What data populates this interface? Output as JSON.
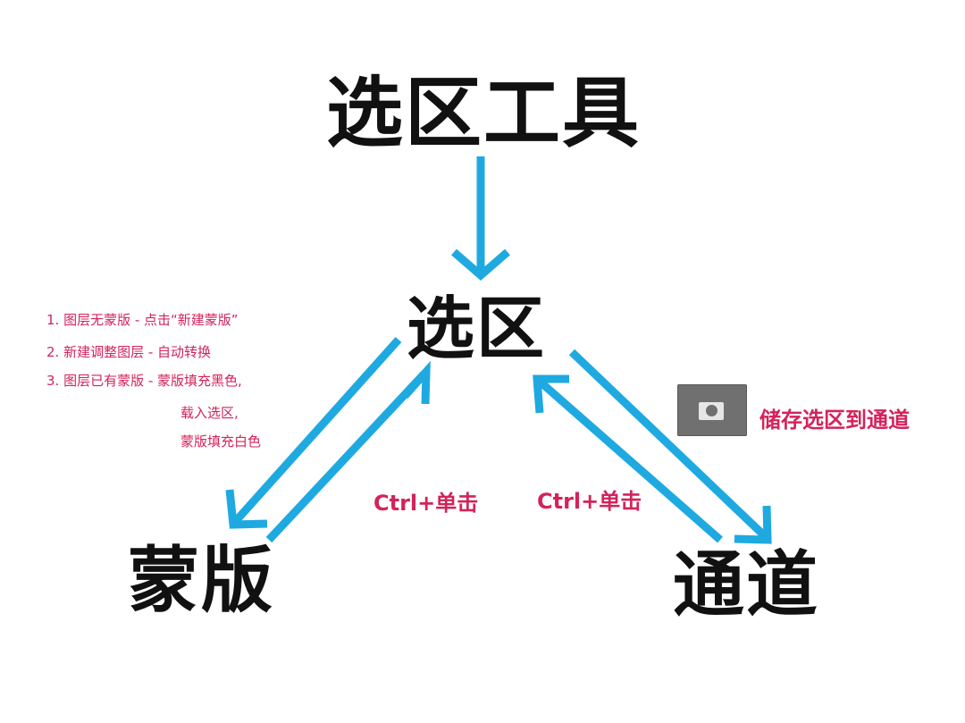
{
  "colors": {
    "arrow": "#1fa9e1",
    "note_text": "#d3235a",
    "node_text": "#111111"
  },
  "nodes": {
    "top": "选区工具",
    "mid": "选区",
    "left": "蒙版",
    "right": "通道"
  },
  "steps": [
    "1. 图层无蒙版 - 点击“新建蒙版”",
    "2. 新建调整图层 - 自动转换",
    "3. 图层已有蒙版 - 蒙版填充黑色,",
    "载入选区,",
    "蒙版填充白色"
  ],
  "edge_labels": {
    "mask_to_selection": "Ctrl+单击",
    "channel_to_selection": "Ctrl+单击",
    "save_to_channel": "储存选区到通道"
  },
  "icons": {
    "save_selection": "save-selection-as-channel-icon"
  }
}
